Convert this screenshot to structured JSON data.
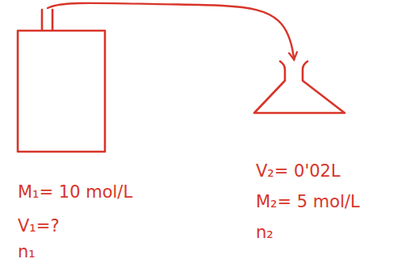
{
  "diagram": {
    "nodes": [
      {
        "text": [
          "M₁= 10 mol/L",
          "V₁=?",
          "n₁"
        ]
      },
      {
        "text": [
          "V₂= 0'02L",
          "M₂= 5 mol/L",
          "n₂"
        ]
      }
    ],
    "edges": [
      {
        "from": 0,
        "to": 1,
        "arrow": "to"
      }
    ]
  }
}
